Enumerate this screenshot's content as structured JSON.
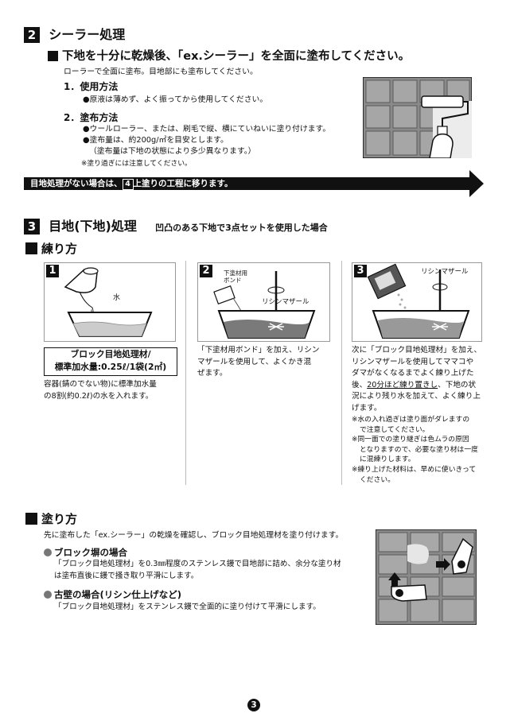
{
  "sec2": {
    "num": "2",
    "title": "シーラー処理",
    "headline": "下地を十分に乾燥後、「ex.シーラー」を全面に塗布してください。",
    "intro": "ローラーで全面に塗布。目地部にも塗布してください。",
    "step1_title": "1．使用方法",
    "step1_text": "●原液は薄めず、よく振ってから使用してください。",
    "step2_title": "2．塗布方法",
    "step2_line1": "●ウールローラー、または、刷毛で縦、横にていねいに塗り付けます。",
    "step2_line2": "●塗布量は、約200g/㎡を目安とします。",
    "step2_line3": "（塗布量は下地の状態により多少異なります。）",
    "step2_note": "※塗り過ぎには注意してください。"
  },
  "arrow_banner": {
    "before": "目地処理がない場合は、",
    "num": "4",
    "after": "上塗りの工程に移ります。"
  },
  "sec3": {
    "num": "3",
    "title": "目地(下地)処理",
    "subtitle": "凹凸のある下地で3点セットを使用した場合",
    "mix_title": "練り方",
    "step1": {
      "num": "1",
      "label_water": "水",
      "box_line1": "ブロック目地処理材/",
      "box_line2": "標準加水量:0.25ℓ/1袋(2㎡)",
      "text_line1": "容器(錆のでない物)に標準加水量",
      "text_line2": "の8割(約0.2ℓ)の水を入れます。"
    },
    "step2": {
      "num": "2",
      "label_bond1": "下塗材用",
      "label_bond2": "ボンド",
      "label_mixer": "リシンマザール",
      "text_line1": "「下塗材用ボンド」を加え、リシン",
      "text_line2": "マザールを使用して、よくかき混",
      "text_line3": "ぜます。"
    },
    "step3": {
      "num": "3",
      "label_mixer": "リシンマザール",
      "text_line1": "次に「ブロック目地処理材」を加え、",
      "text_line2": "リシンマザールを使用してママコや",
      "text_line3": "ダマがなくなるまでよく練り上げた",
      "text_line4_a": "後、",
      "text_line4_u": "20分ほど練り置きし",
      "text_line4_b": "、下地の状",
      "text_line5": "況により残り水を加えて、よく練り上",
      "text_line6": "げます。",
      "note1_line1": "※水の入れ過ぎは塗り面がダレますの",
      "note1_line2": "で注意してください。",
      "note2_line1": "※同一面での塗り継ぎは色ムラの原因",
      "note2_line2": "となりますので、必要な塗り材は一度",
      "note2_line3": "に混練りします。",
      "note3_line1": "※練り上げた材料は、早めに使いきって",
      "note3_line2": "ください。"
    },
    "apply_title": "塗り方",
    "apply_intro": "先に塗布した「ex.シーラー」の乾燥を確認し、ブロック目地処理材を塗り付けます。",
    "block_title": "ブロック塀の場合",
    "block_line1": "「ブロック目地処理材」を0.3㎜程度のステンレス鏝で目地部に詰め、余分な塗り材",
    "block_line2": "は塗布直後に鏝で掻き取り平滑にします。",
    "oldwall_title": "古壁の場合(リシン仕上げなど)",
    "oldwall_line1": "「ブロック目地処理材」をステンレス鏝で全面的に塗り付けて平滑にします。"
  },
  "page_number": "3"
}
